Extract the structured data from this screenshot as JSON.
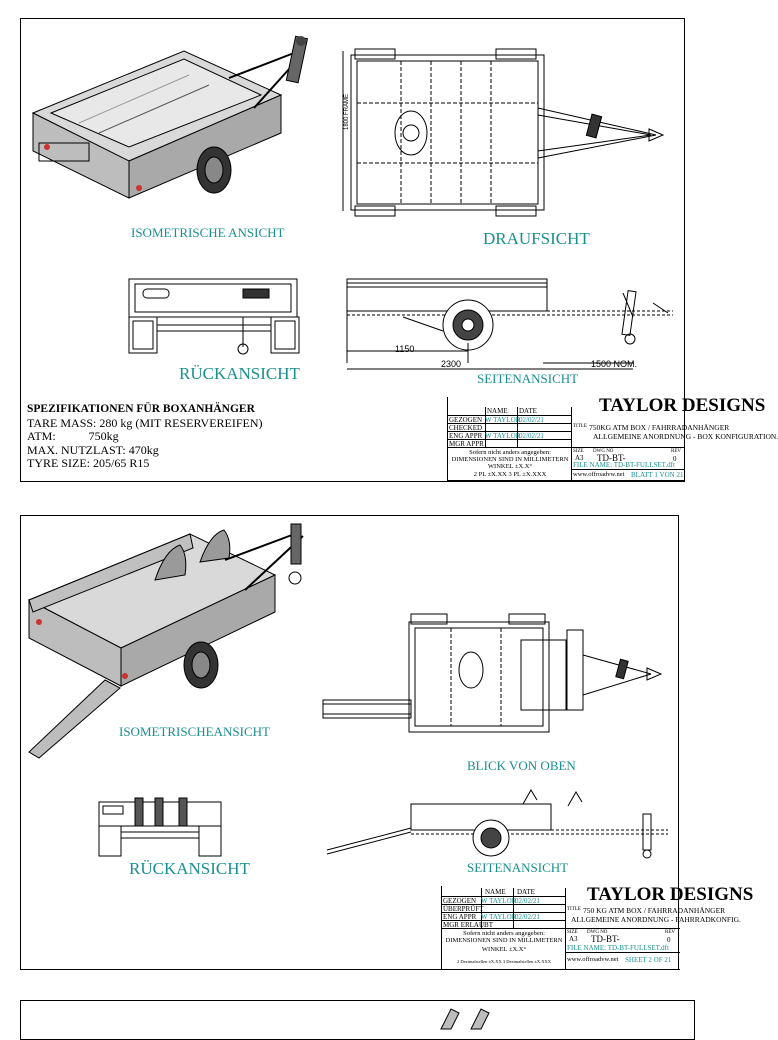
{
  "sheet1": {
    "labels": {
      "iso": "ISOMETRISCHE ANSICHT",
      "top": "DRAUFSICHT",
      "rear": "RÜCKANSICHT",
      "side": "SEITENANSICHT"
    },
    "dims": {
      "a": "1150",
      "b": "2300",
      "c": "1500 NOM.",
      "frame": "1800 FRAME"
    },
    "spec": {
      "title": "SPEZIFIKATIONEN FÜR BOXANHÄNGER",
      "rows": [
        "TARE MASS: 280 kg (MIT RESERVEREIFEN)",
        "ATM:           750kg",
        "MAX. NUTZLAST: 470kg",
        "TYRE SIZE: 205/65 R15"
      ]
    },
    "titleblock": {
      "company": "TAYLOR DESIGNS",
      "col_name": "NAME",
      "col_date": "DATE",
      "row1": "GEZOGEN",
      "row1_name": "W TAYLOR",
      "row1_date": "02/02/21",
      "row2": "CHECKED",
      "row3": "ENG APPR",
      "row3_name": "W TAYLOR",
      "row3_date": "02/02/21",
      "row4": "MGR APPR",
      "title_label": "TITLE",
      "title1": "750KG ATM BOX / FAHRRADANHÄNGER",
      "title2": "ALLGEMEINE ANORDNUNG - BOX KONFIGURATION.",
      "note1": "Sofern nicht anders angegeben:",
      "note2": "DIMENSIONEN SIND IN MILLIMETERN",
      "note3": "WINKEL ±X.X°",
      "note4": "2 PL ±X.XX 3 PL ±X.XXX",
      "size": "SIZE",
      "size_val": "A3",
      "dwg_no": "DWG NO",
      "dwg_val": "TD-BT-",
      "rev": "REV",
      "rev_val": "0",
      "file": "FILE NAME: TD-BT-FULLSET.dft",
      "web": "www.offroadvw.net",
      "sheet": "BLATT 1 VON 21"
    }
  },
  "sheet2": {
    "labels": {
      "iso": "ISOMETRISCHEANSICHT",
      "top": "BLICK VON OBEN",
      "rear": "RÜCKANSICHT",
      "side": "SEITENANSICHT"
    },
    "titleblock": {
      "company": "TAYLOR DESIGNS",
      "col_name": "NAME",
      "col_date": "DATE",
      "row1": "GEZOGEN",
      "row1_name": "W TAYLOR",
      "row1_date": "02/02/21",
      "row2": "ÜBERPRÜFT",
      "row3": "ENG APPR",
      "row3_name": "W TAYLOR",
      "row3_date": "02/02/21",
      "row4": "MGR ERLAUBT",
      "title_label": "TITLE",
      "title1": "750 KG ATM BOX / FAHRRADANHÄNGER",
      "title2": "ALLGEMEINE ANORDNUNG - FAHRRADKONFIG.",
      "note1": "Sofern nicht anders angegeben:",
      "note2": "DIMENSIONEN SIND IN MILLIMETERN",
      "note3": "WINKEL ±X.X°",
      "note4": "2 Dezimalstellen ±X.XX 3 Dezimalstellen ±X.XXX",
      "size": "SIZE",
      "size_val": "A3",
      "dwg_no": "DWG NO",
      "dwg_val": "TD-BT-",
      "rev": "REV",
      "rev_val": "0",
      "file": "FILE NAME: TD-BT-FULLSET.dft",
      "web": "www.offroadvw.net",
      "sheet": "SHEET 2 OF 21"
    }
  },
  "colors": {
    "label_teal": "#1a8f8f",
    "line": "#000000",
    "body_fill": "#c9c9c9"
  }
}
